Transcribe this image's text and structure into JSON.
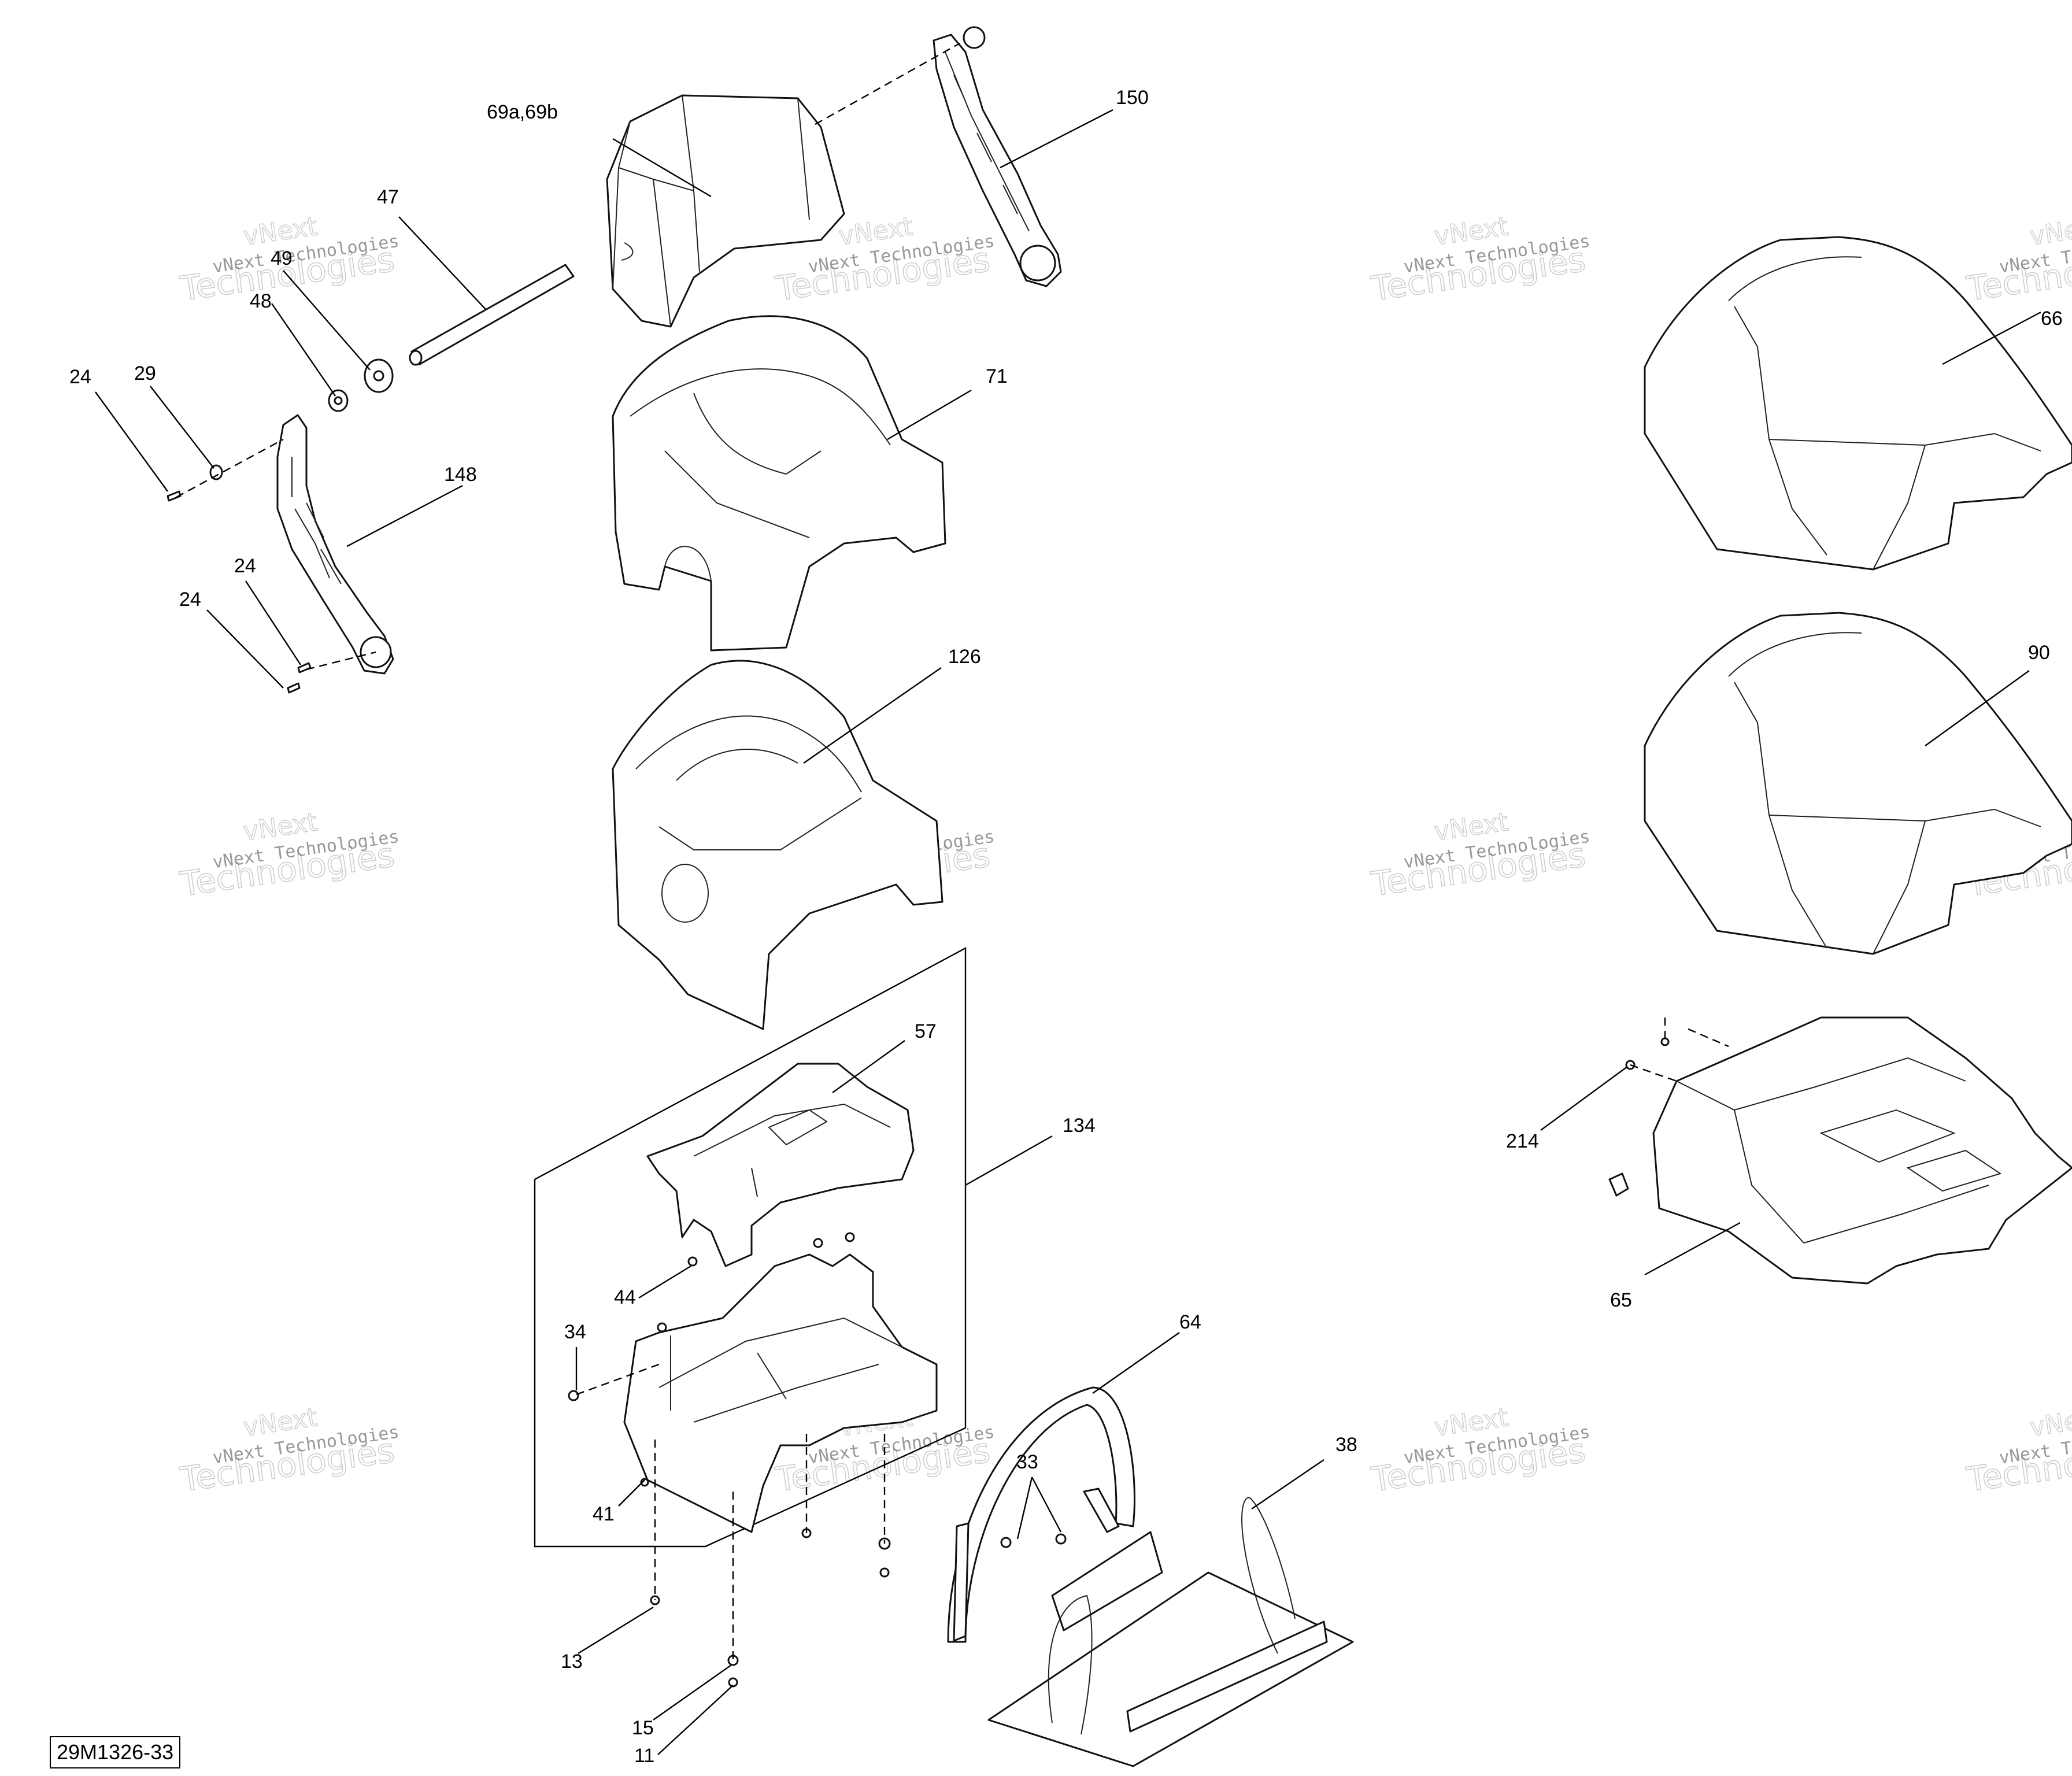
{
  "diagram_ref": "29M1326-33",
  "watermark": {
    "line1": "vNext Technologies",
    "line2": "Technologies",
    "top": "vNext"
  },
  "callouts": {
    "p69ab": "69a,69b",
    "p150": "150",
    "p47": "47",
    "p49": "49",
    "p48": "48",
    "p24a": "24",
    "p29": "29",
    "p148": "148",
    "p24b": "24",
    "p24c": "24",
    "p71": "71",
    "p126": "126",
    "p57": "57",
    "p134": "134",
    "p44": "44",
    "p34": "34",
    "p41": "41",
    "p13": "13",
    "p15": "15",
    "p11": "11",
    "p64": "64",
    "p33": "33",
    "p38": "38",
    "p66": "66",
    "p90": "90",
    "p214": "214",
    "p65": "65"
  }
}
